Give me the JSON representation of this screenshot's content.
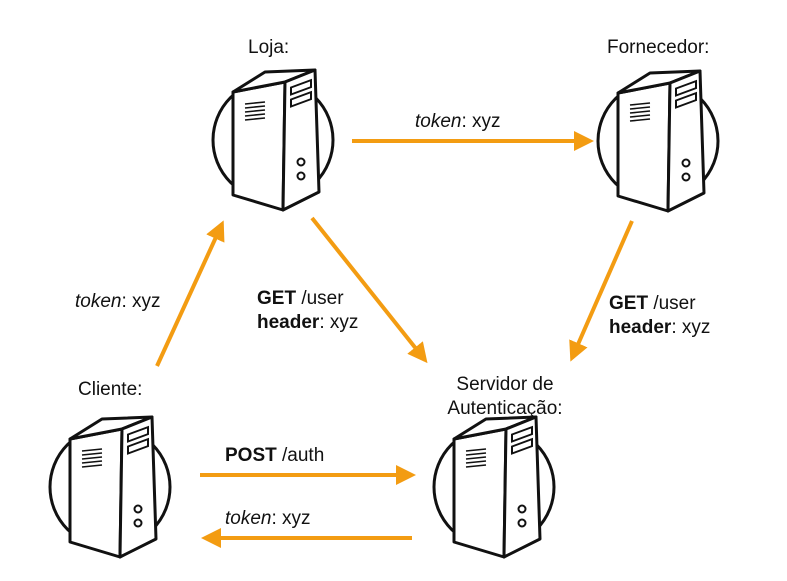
{
  "nodes": {
    "loja": {
      "label": "Loja:",
      "icon": "server-icon"
    },
    "fornecedor": {
      "label": "Fornecedor:",
      "icon": "server-icon"
    },
    "cliente": {
      "label": "Cliente:",
      "icon": "server-icon"
    },
    "auth": {
      "label_line1": "Servidor de",
      "label_line2": "Autenticação:",
      "icon": "server-icon"
    }
  },
  "edges": {
    "loja_to_fornecedor": {
      "key": "token",
      "value": ": xyz"
    },
    "cliente_to_loja": {
      "key": "token",
      "value": ": xyz"
    },
    "loja_to_auth": {
      "method": "GET",
      "path": " /user",
      "header_key": "header",
      "header_value": ": xyz"
    },
    "fornecedor_to_auth": {
      "method": "GET",
      "path": " /user",
      "header_key": "header",
      "header_value": ": xyz"
    },
    "cliente_to_auth": {
      "method": "POST",
      "path": " /auth"
    },
    "auth_to_cliente": {
      "key": "token",
      "value": ": xyz"
    }
  },
  "colors": {
    "arrow": "#f39c12",
    "outline": "#111111"
  }
}
